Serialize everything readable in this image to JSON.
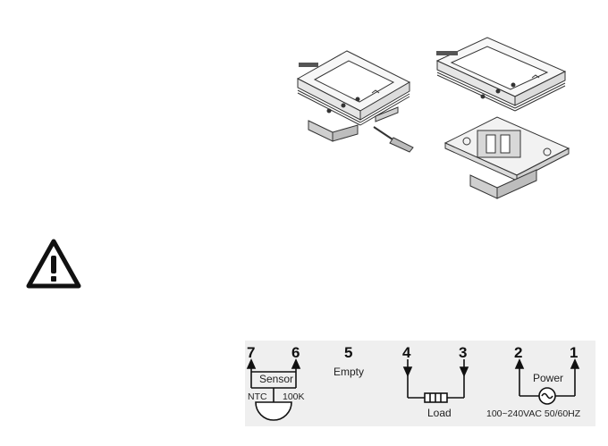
{
  "wiring": {
    "terminals": [
      {
        "number": "7"
      },
      {
        "number": "6"
      },
      {
        "number": "5"
      },
      {
        "number": "4"
      },
      {
        "number": "3"
      },
      {
        "number": "2"
      },
      {
        "number": "1"
      }
    ],
    "sensor_label": "Sensor",
    "ntc_label": "NTC",
    "k100_label": "100K",
    "empty_label": "Empty",
    "load_label": "Load",
    "power_label": "Power",
    "voltage_label": "100~240VAC  50/60HZ"
  },
  "icons": {
    "warning": "warning-triangle-icon",
    "device_mount_step1": "thermostat-panel-with-screwdriver",
    "device_mount_step2": "thermostat-panel-over-backplate"
  }
}
